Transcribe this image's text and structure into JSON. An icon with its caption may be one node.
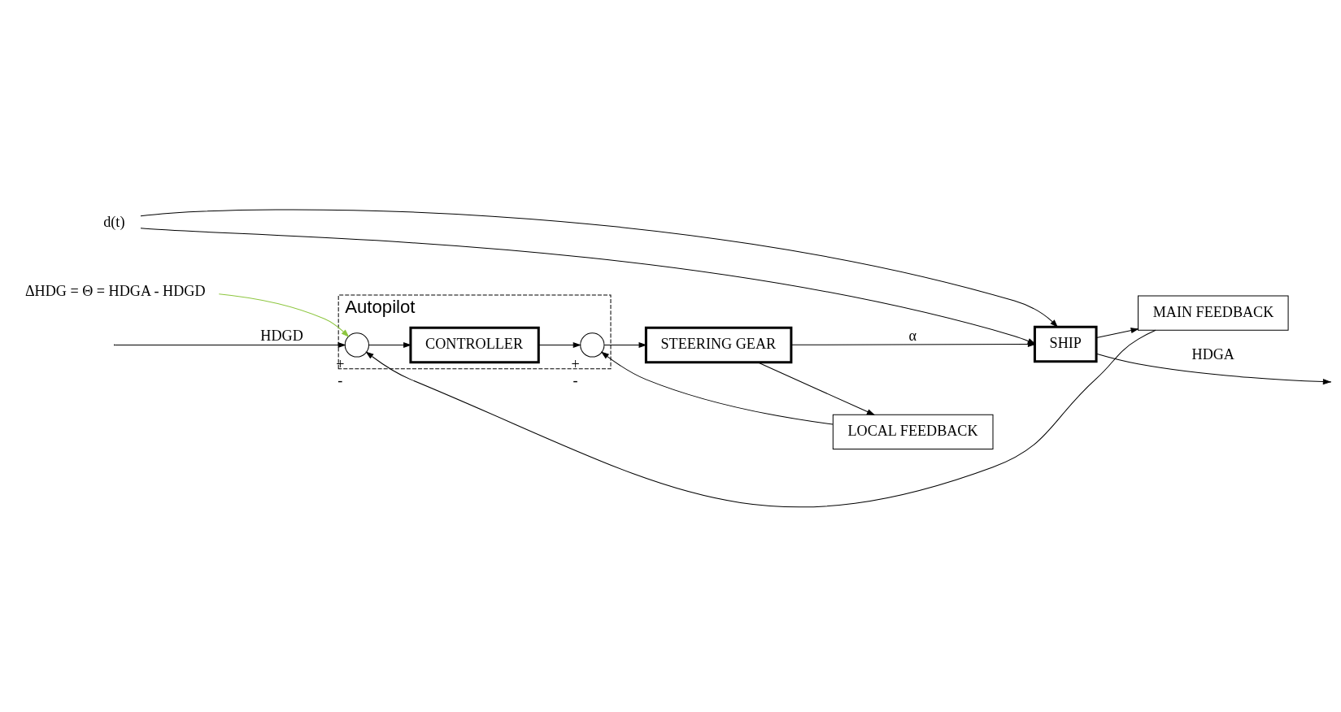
{
  "diagram": {
    "nodes": [
      {
        "text": [
          "Autopilot"
        ]
      },
      {
        "text": [],
        "shape": "circle",
        "in": 0,
        "beside": [
          "+",
          "-"
        ]
      },
      {
        "text": [
          "CONTROLLER"
        ],
        "in": 0
      },
      {
        "text": [],
        "shape": "circle",
        "in": 0,
        "beside": [
          "+",
          "-"
        ]
      },
      {
        "text": [
          "STEERING GEAR"
        ]
      },
      {
        "text": [
          "SHIP"
        ]
      },
      {
        "text": [
          "LOCAL FEEDBACK"
        ]
      },
      {
        "text": [
          "MAIN FEEDBACK"
        ]
      },
      {
        "text": [
          "ΔHDG = Θ = HDGA - HDGD"
        ]
      },
      {
        "text": [
          "d(t)"
        ]
      }
    ],
    "edges": [
      {
        "from": null,
        "to": 1,
        "arrow": "to",
        "label": "HDGD"
      },
      {
        "from": 1,
        "to": 2,
        "arrow": "to"
      },
      {
        "from": 2,
        "to": 3,
        "arrow": "to"
      },
      {
        "from": 3,
        "to": 4,
        "arrow": "to"
      },
      {
        "from": 4,
        "to": 5,
        "arrow": "to",
        "label": "α"
      },
      {
        "from": 5,
        "to": null,
        "arrow": "to",
        "label": "HDGA"
      },
      {
        "from": 4,
        "to": 6,
        "arrow": "to"
      },
      {
        "from": 6,
        "to": 3,
        "arrow": "to"
      },
      {
        "from": 5,
        "to": 7,
        "arrow": "to"
      },
      {
        "from": 7,
        "to": 1,
        "arrow": "to"
      },
      {
        "from": 8,
        "to": 1,
        "arrow": "to",
        "color": "#8dc63f"
      },
      {
        "from": 9,
        "to": 5,
        "arrow": "to"
      },
      {
        "from": 9,
        "to": 5,
        "arrow": "to"
      }
    ]
  }
}
